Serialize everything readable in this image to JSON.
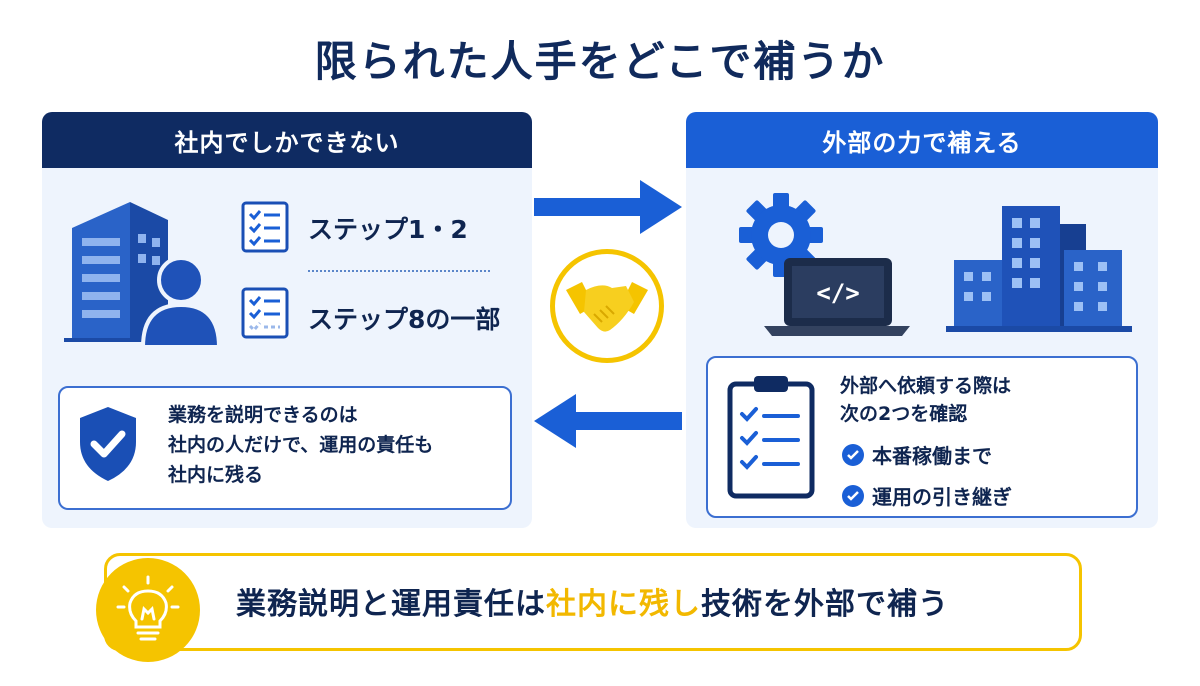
{
  "title": "限られた人手をどこで補うか",
  "left_panel": {
    "header": "社内でしかできない",
    "step1": "ステップ1・2",
    "step2": "ステップ8の一部",
    "note_line1": "業務を説明できるのは",
    "note_line2": "社内の人だけで、運用の責任も",
    "note_line3": "社内に残る"
  },
  "right_panel": {
    "header": "外部の力で補える",
    "note_line1": "外部へ依頼する際は",
    "note_line2": "次の2つを確認",
    "checks": [
      "本番稼働まで",
      "運用の引き継ぎ"
    ]
  },
  "bottom": {
    "part1": "業務説明と運用責任は",
    "highlight": "社内に残し",
    "part2": "技術を外部で補う"
  },
  "colors": {
    "navy": "#0f2b62",
    "blue": "#1a5fd6",
    "yellow": "#f5c400",
    "panel_bg": "#eef4fd"
  },
  "icons": [
    "office-building-icon",
    "person-icon",
    "checklist-icon",
    "shield-check-icon",
    "handshake-icon",
    "gear-icon",
    "laptop-code-icon",
    "clipboard-icon",
    "check-circle-icon",
    "lightbulb-icon",
    "arrow-right-icon",
    "arrow-left-icon"
  ]
}
